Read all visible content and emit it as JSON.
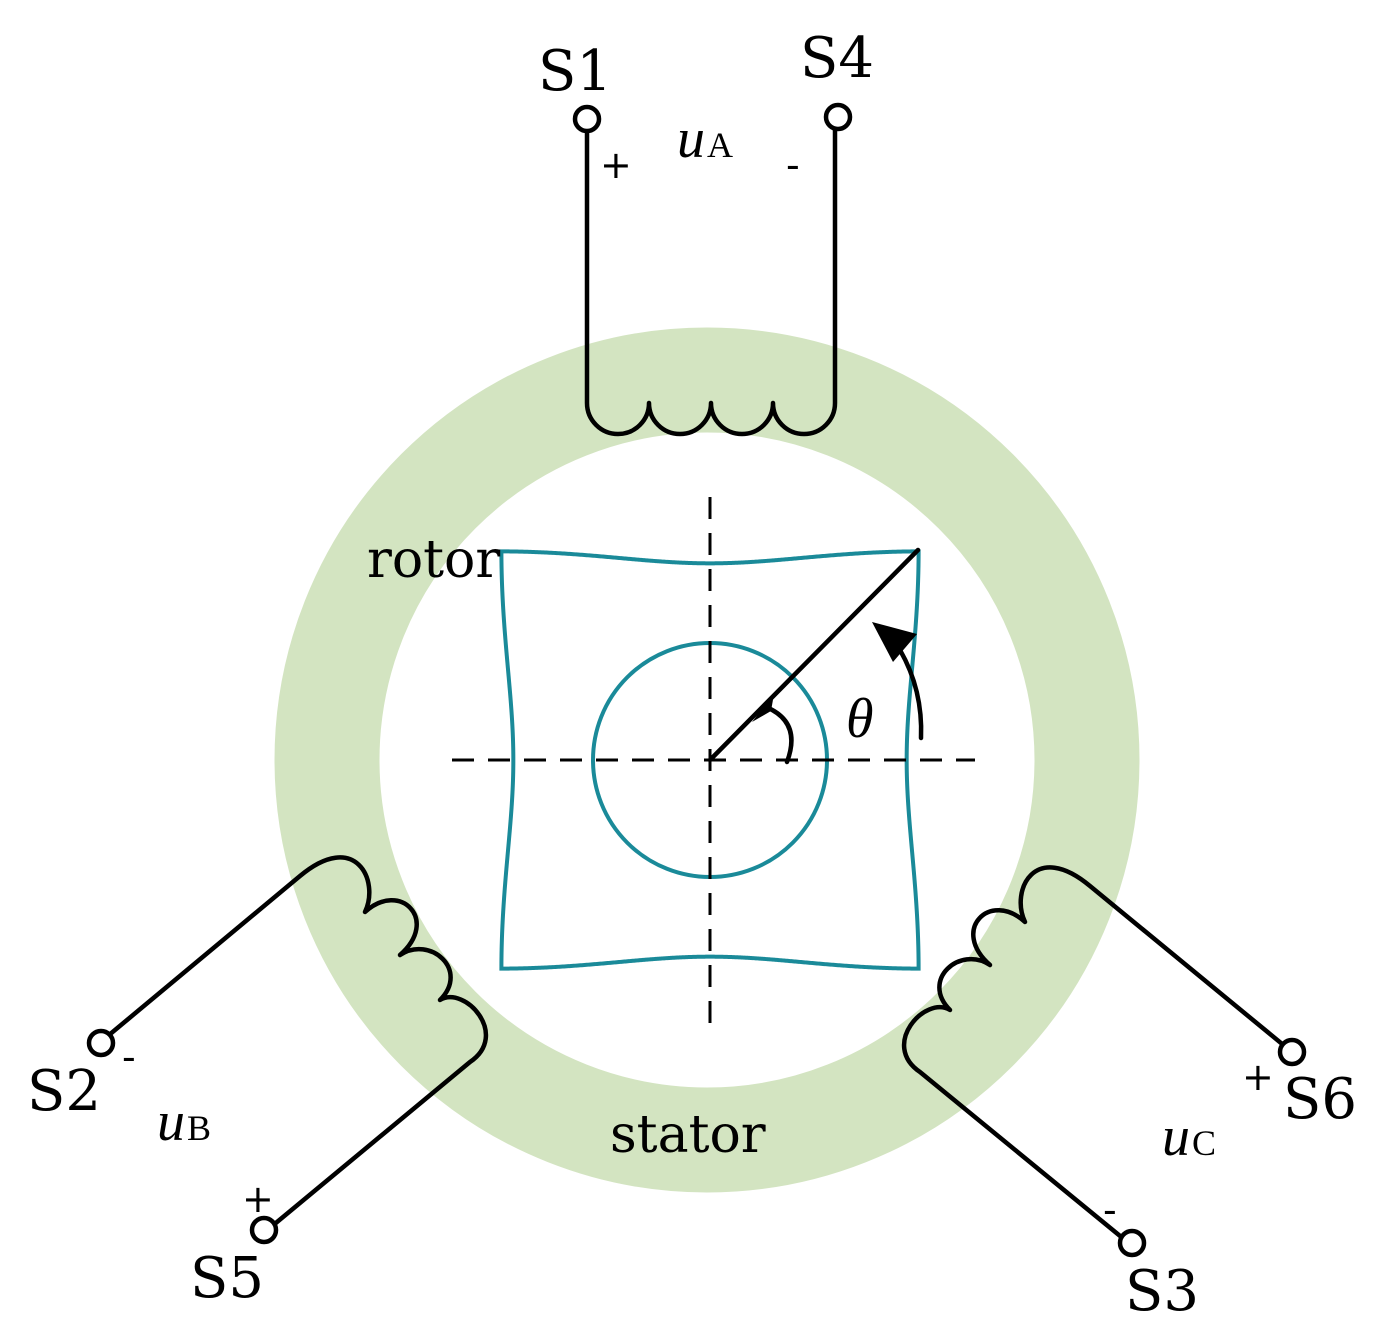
{
  "colors": {
    "stator_ring": "#d3e4c1",
    "rotor_outline": "#1a8a99",
    "wire": "#000000",
    "background": "#ffffff"
  },
  "labels": {
    "rotor": "rotor",
    "stator": "stator",
    "angle": "θ"
  },
  "phases": {
    "a": {
      "var": "u",
      "sub": "A",
      "plus_terminal": "S1",
      "minus_terminal": "S4",
      "plus_sign": "+",
      "minus_sign": "-"
    },
    "b": {
      "var": "u",
      "sub": "B",
      "plus_terminal": "S5",
      "minus_terminal": "S2",
      "plus_sign": "+",
      "minus_sign": "-"
    },
    "c": {
      "var": "u",
      "sub": "C",
      "plus_terminal": "S6",
      "minus_terminal": "S3",
      "plus_sign": "+",
      "minus_sign": "-"
    }
  }
}
